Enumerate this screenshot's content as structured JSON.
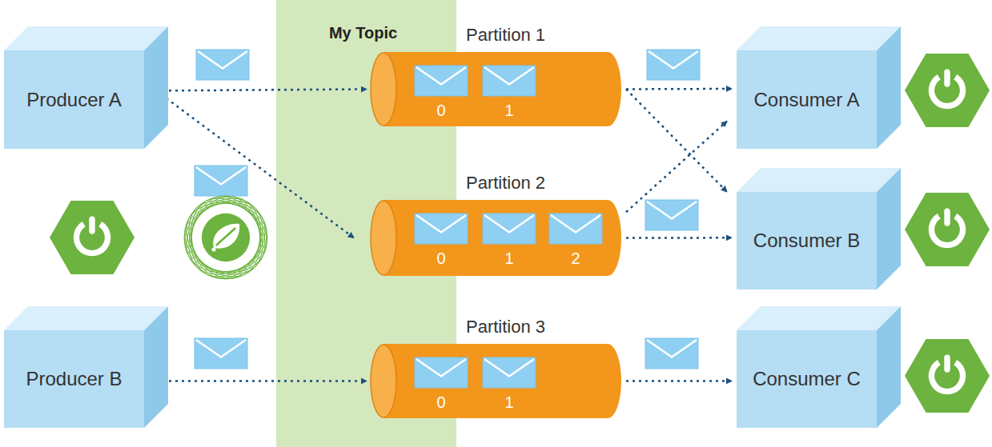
{
  "diagram": {
    "nodes": [
      {
        "text": [
          "My Topic"
        ]
      },
      {
        "text": [
          "Producer A"
        ]
      },
      {
        "text": [
          "Producer B"
        ]
      },
      {
        "text": [
          "Partition 1",
          "0",
          "1"
        ]
      },
      {
        "text": [
          "Partition 2",
          "0",
          "1",
          "2"
        ]
      },
      {
        "text": [
          "Partition 3",
          "0",
          "1"
        ]
      },
      {
        "text": [
          "Consumer A"
        ]
      },
      {
        "text": [
          "Consumer B"
        ]
      },
      {
        "text": [
          "Consumer C"
        ]
      }
    ],
    "edges": [
      {
        "from": 1,
        "to": 3,
        "arrow": "to"
      },
      {
        "from": 1,
        "to": 4,
        "arrow": "to"
      },
      {
        "from": 2,
        "to": 5,
        "arrow": "to"
      },
      {
        "from": 3,
        "to": 6,
        "arrow": "to"
      },
      {
        "from": 3,
        "to": 7,
        "arrow": "to"
      },
      {
        "from": 4,
        "to": 6,
        "arrow": "to"
      },
      {
        "from": 4,
        "to": 7,
        "arrow": "to"
      },
      {
        "from": 5,
        "to": 8,
        "arrow": "to"
      }
    ]
  }
}
